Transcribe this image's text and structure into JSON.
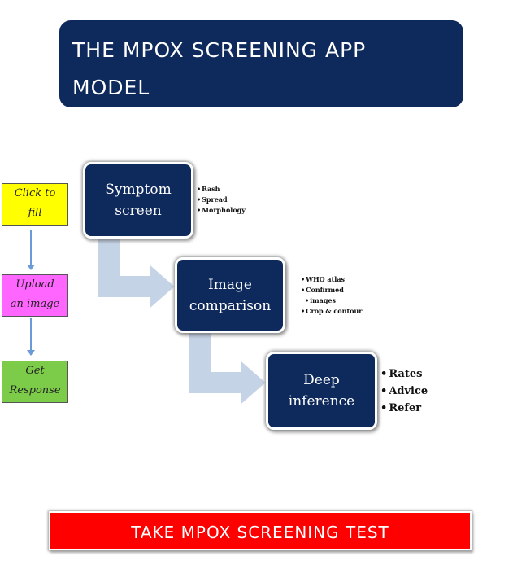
{
  "title": {
    "line1": "THE MPOX SCREENING APP",
    "line2": "MODEL"
  },
  "side_steps": [
    {
      "line1": "Click to",
      "line2": "fill",
      "color": "#ffff00"
    },
    {
      "line1": "Upload",
      "line2": "an image",
      "color": "#ff66ff"
    },
    {
      "line1": "Get",
      "line2": "Response",
      "color": "#7ccc4a"
    }
  ],
  "steps": [
    {
      "line1": "Symptom",
      "line2": "screen",
      "bullets": [
        "Rash",
        "Spread",
        "Morphology"
      ]
    },
    {
      "line1": "Image",
      "line2": "comparison",
      "bullets": [
        "WHO atlas",
        "Confirmed",
        "images",
        "Crop & contour"
      ]
    },
    {
      "line1": "Deep",
      "line2": "inference",
      "bullets": [
        "Rates",
        "Advice",
        "Refer"
      ]
    }
  ],
  "cta": {
    "label": "TAKE MPOX SCREENING TEST"
  },
  "colors": {
    "navy": "#0e2a5c",
    "cta": "#ff0000",
    "arrow": "#c5d3e6"
  }
}
